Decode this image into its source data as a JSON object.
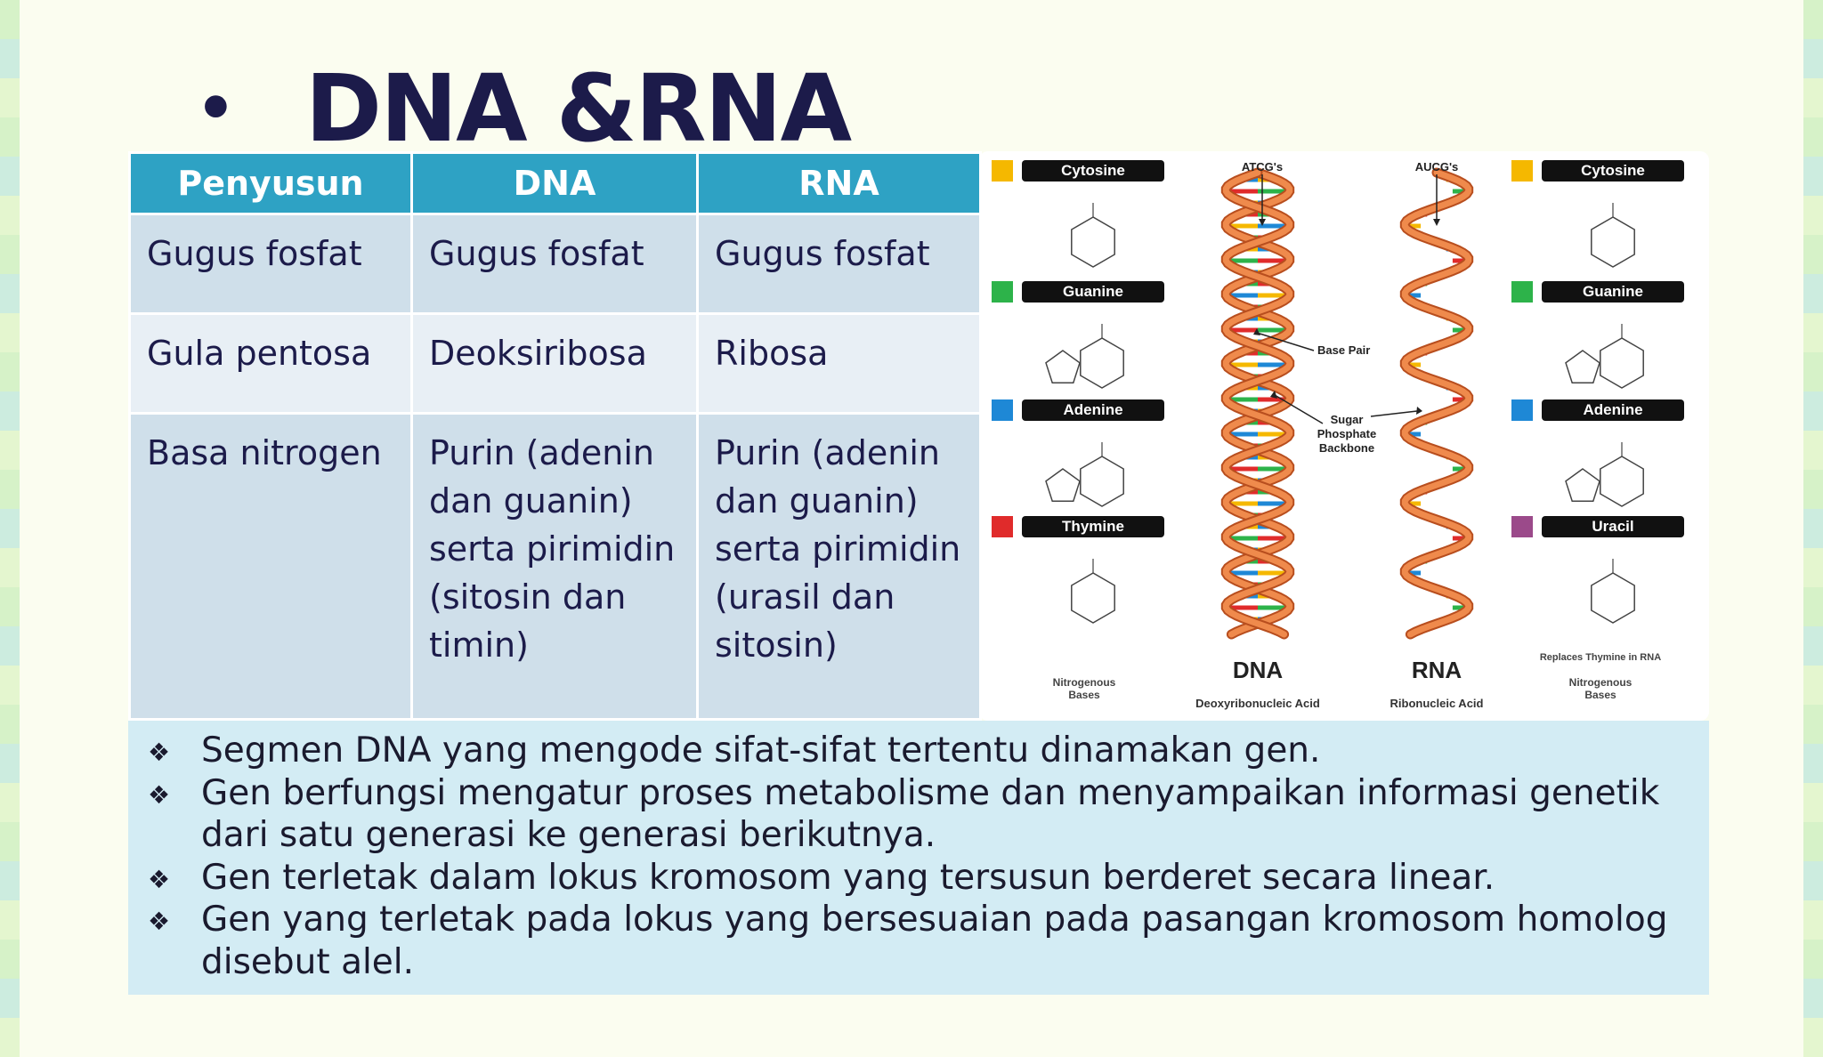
{
  "slide": {
    "title": "DNA &RNA"
  },
  "table": {
    "headers": [
      "Penyusun",
      "DNA",
      "RNA"
    ],
    "rows": [
      [
        "Gugus fosfat",
        "Gugus fosfat",
        "Gugus fosfat"
      ],
      [
        "Gula pentosa",
        "Deoksiribosa",
        "Ribosa"
      ],
      [
        "Basa nitrogen",
        "Purin (adenin dan guanin) serta pirimidin (sitosin dan timin)",
        "Purin (adenin dan guanin) serta pirimidin (urasil dan sitosin)"
      ]
    ]
  },
  "figure": {
    "left_bases": [
      {
        "label": "Cytosine",
        "color": "#f5b800"
      },
      {
        "label": "Guanine",
        "color": "#2db34a"
      },
      {
        "label": "Adenine",
        "color": "#1e88d6"
      },
      {
        "label": "Thymine",
        "color": "#e02b2b"
      }
    ],
    "right_bases": [
      {
        "label": "Cytosine",
        "color": "#f5b800"
      },
      {
        "label": "Guanine",
        "color": "#2db34a"
      },
      {
        "label": "Adenine",
        "color": "#1e88d6"
      },
      {
        "label": "Uracil",
        "color": "#9b4a8a"
      }
    ],
    "dna_top": "ATCG's",
    "rna_top": "AUCG's",
    "base_pair": "Base Pair",
    "backbone_1": "Sugar",
    "backbone_2": "Phosphate",
    "backbone_3": "Backbone",
    "replaces": "Replaces Thymine in RNA",
    "nitro_1": "Nitrogenous",
    "nitro_2": "Bases",
    "dna_label": "DNA",
    "dna_full": "Deoxyribonucleic Acid",
    "rna_label": "RNA",
    "rna_full": "Ribonucleic Acid"
  },
  "notes": [
    "Segmen DNA yang mengode sifat-sifat tertentu dinamakan gen.",
    "Gen berfungsi mengatur proses metabolisme dan menyampaikan informasi genetik dari satu generasi ke generasi berikutnya.",
    "Gen terletak dalam lokus kromosom yang tersusun berderet secara linear.",
    "Gen yang terletak pada lokus yang bersesuaian pada pasangan kromosom homolog disebut alel."
  ]
}
